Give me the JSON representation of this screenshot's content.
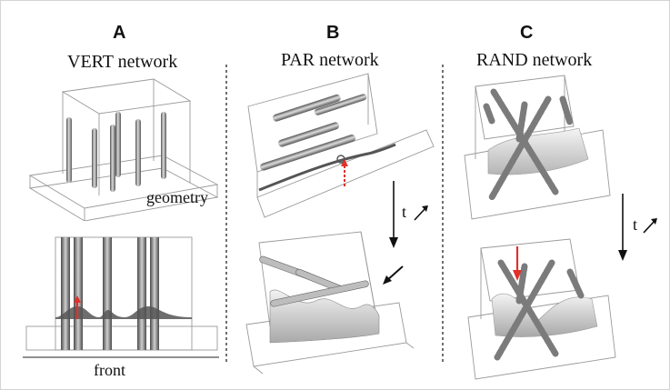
{
  "panels": {
    "a": {
      "letter": "A",
      "title": "VERT network",
      "label_geometry": "geometry",
      "label_front": "front"
    },
    "b": {
      "letter": "B",
      "title": "PAR network",
      "time_label": "t"
    },
    "c": {
      "letter": "C",
      "title": "RAND network",
      "time_label": "t"
    }
  },
  "colors": {
    "outline": "#9a9a9a",
    "rod_dark": "#6e6e6e",
    "rod_light": "#d8d8d8",
    "indicator": "#e0312a",
    "separator": "#222222"
  }
}
